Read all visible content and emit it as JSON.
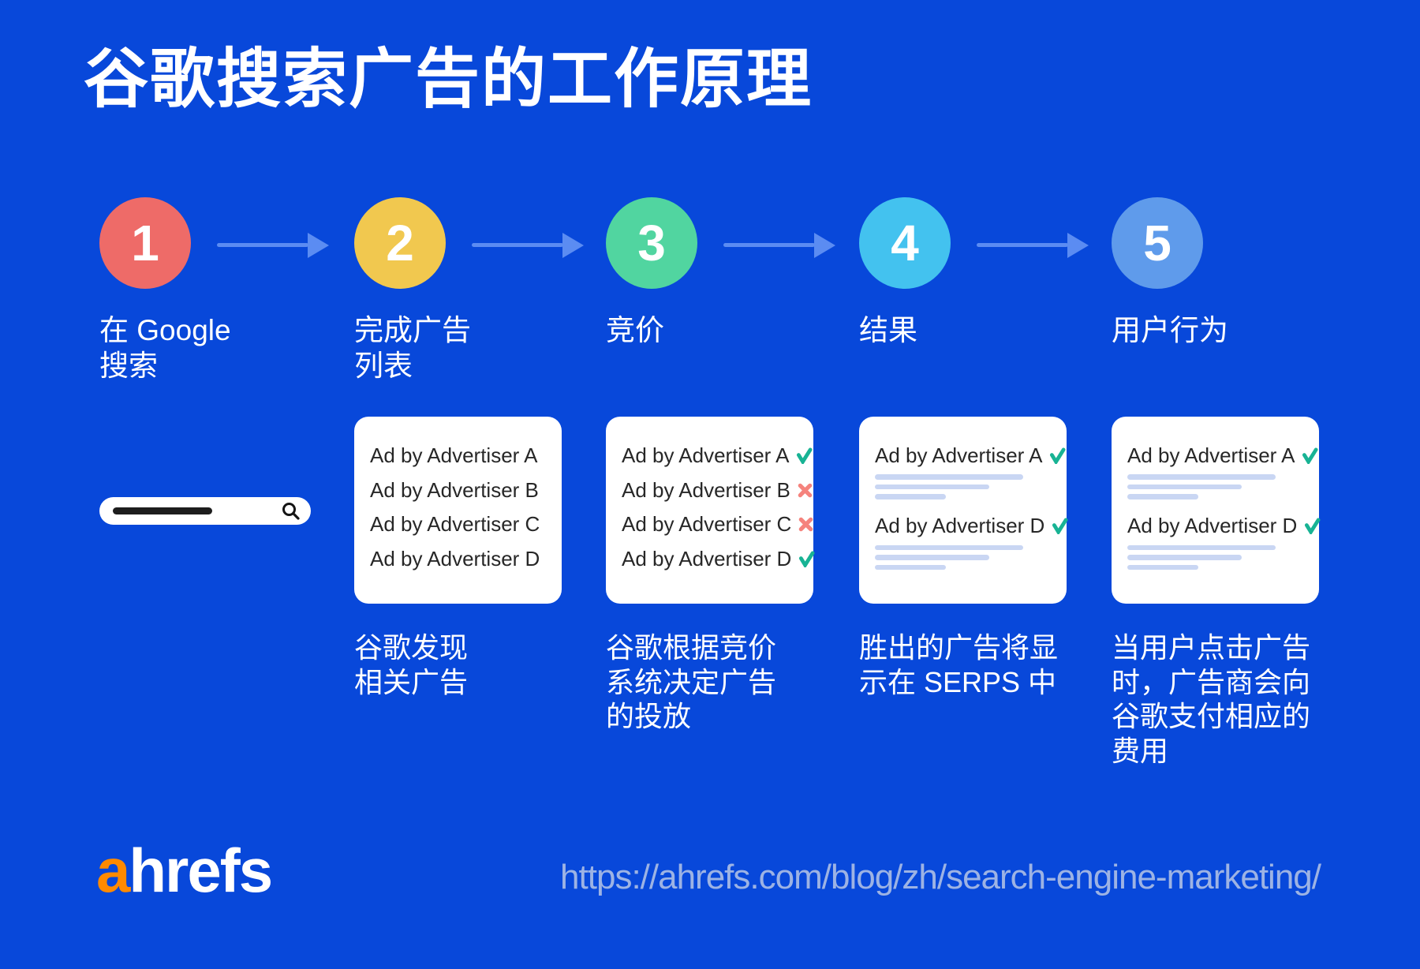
{
  "title": "谷歌搜索广告的工作原理",
  "colors": {
    "background": "#0848DA",
    "arrow": "#5B8CF2",
    "check": "#18B394",
    "cross": "#F5837D",
    "placeholder_line": "#C9D6F3",
    "logo_accent_orange": "#FF8A00",
    "url_text": "#9DB3E4"
  },
  "steps": [
    {
      "number": "1",
      "label": "在 Google\n搜索",
      "color": "#EE6B68"
    },
    {
      "number": "2",
      "label": "完成广告\n列表",
      "color": "#F1C84F"
    },
    {
      "number": "3",
      "label": "竞价",
      "color": "#51D5A0"
    },
    {
      "number": "4",
      "label": "结果",
      "color": "#43C2EF"
    },
    {
      "number": "5",
      "label": "用户行为",
      "color": "#5F9BEB"
    }
  ],
  "cards": {
    "ad_list": {
      "rows": [
        "Ad by Advertiser A",
        "Ad by Advertiser B",
        "Ad by Advertiser C",
        "Ad by Advertiser D"
      ]
    },
    "bidding": {
      "rows": [
        {
          "text": "Ad by Advertiser A",
          "mark": "check"
        },
        {
          "text": "Ad by Advertiser B",
          "mark": "cross"
        },
        {
          "text": "Ad by Advertiser C",
          "mark": "cross"
        },
        {
          "text": "Ad by Advertiser D",
          "mark": "check"
        }
      ]
    },
    "results": {
      "sections": [
        {
          "text": "Ad by Advertiser A",
          "mark": "check",
          "placeholder_lines": 3
        },
        {
          "text": "Ad by Advertiser D",
          "mark": "check",
          "placeholder_lines": 3
        }
      ]
    },
    "user_action": {
      "sections": [
        {
          "text": "Ad by Advertiser A",
          "mark": "check",
          "placeholder_lines": 3
        },
        {
          "text": "Ad by Advertiser D",
          "mark": "check",
          "placeholder_lines": 3
        }
      ]
    }
  },
  "descriptions": {
    "step2": "谷歌发现\n相关广告",
    "step3": "谷歌根据竞价\n系统决定广告\n的投放",
    "step4": "胜出的广告将显\n示在 SERPS 中",
    "step5": "当用户点击广告\n时，广告商会向\n谷歌支付相应的\n费用"
  },
  "footer": {
    "logo_accent": "a",
    "logo_rest": "hrefs",
    "url": "https://ahrefs.com/blog/zh/search-engine-marketing/"
  }
}
